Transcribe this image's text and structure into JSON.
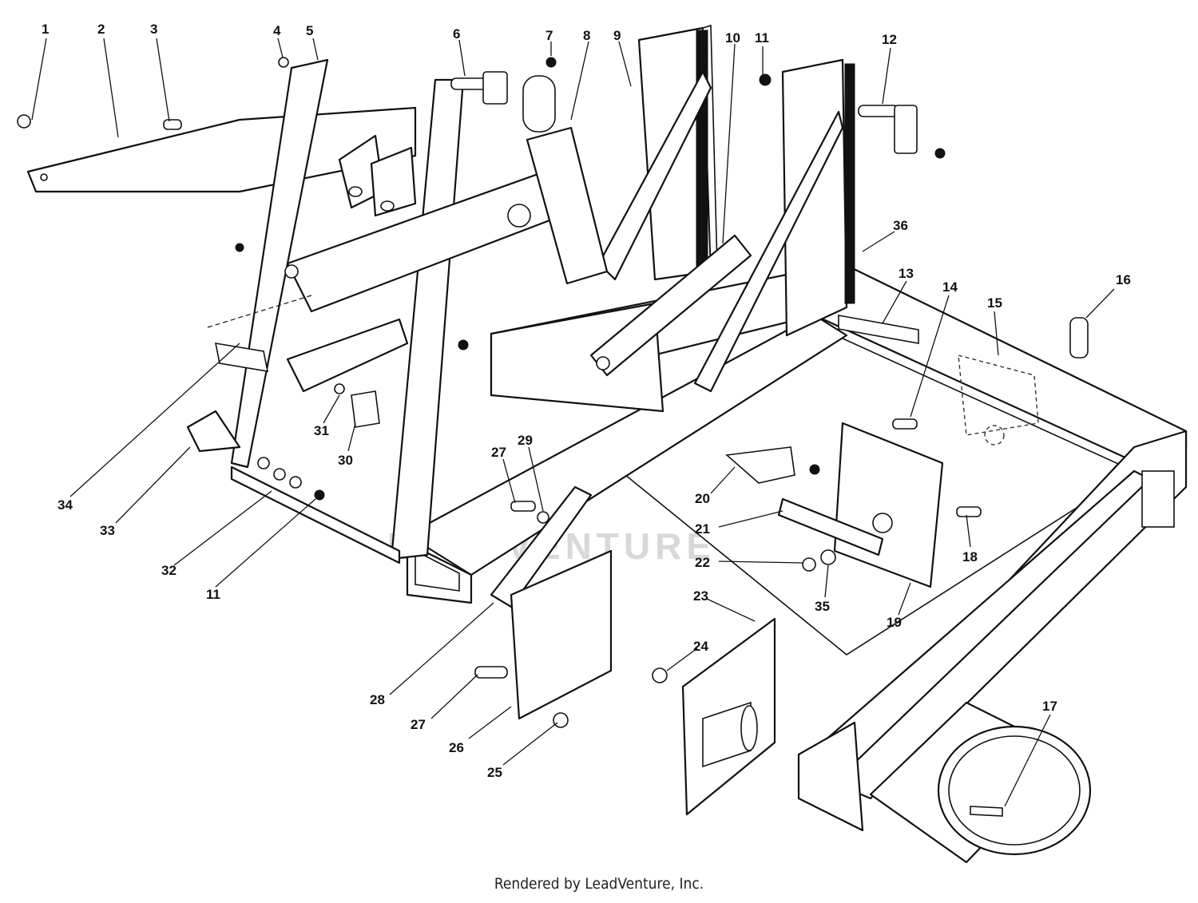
{
  "diagram": {
    "callouts": [
      "1",
      "2",
      "3",
      "4",
      "5",
      "6",
      "7",
      "8",
      "9",
      "10",
      "11",
      "12",
      "36",
      "13",
      "14",
      "15",
      "16",
      "34",
      "33",
      "32",
      "11",
      "31",
      "30",
      "27",
      "29",
      "20",
      "21",
      "22",
      "35",
      "18",
      "19",
      "23",
      "24",
      "28",
      "27",
      "26",
      "25",
      "17"
    ]
  },
  "watermark": {
    "text": "LEADVENTURE"
  },
  "footer": {
    "text": "Rendered by LeadVenture, Inc."
  }
}
